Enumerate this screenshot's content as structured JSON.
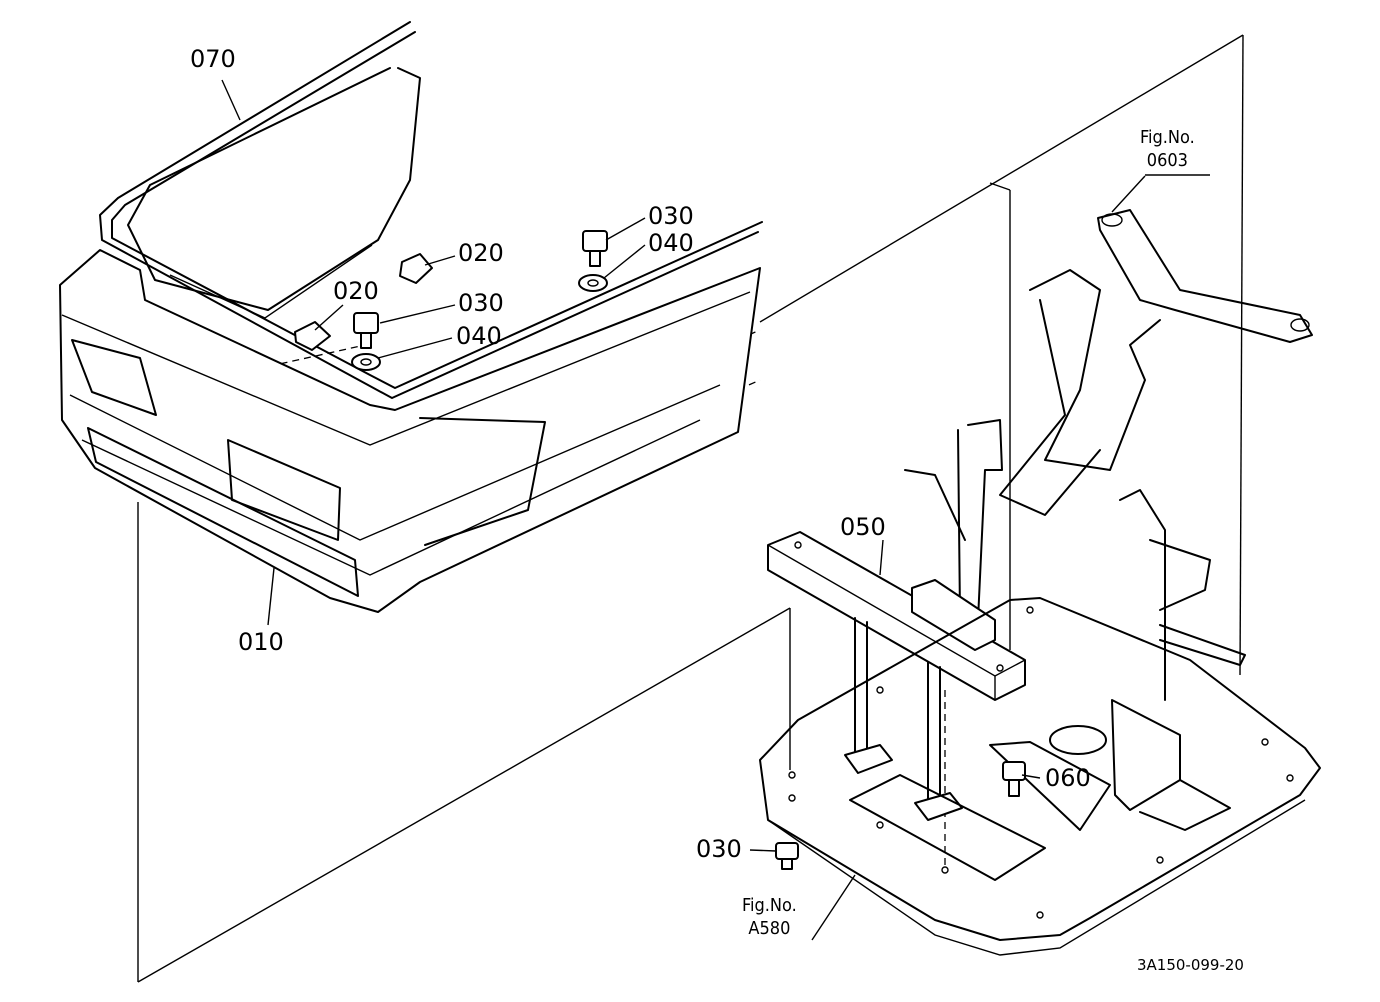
{
  "callouts": [
    {
      "id": "070",
      "label": "070"
    },
    {
      "id": "020a",
      "label": "020"
    },
    {
      "id": "020b",
      "label": "020"
    },
    {
      "id": "030a",
      "label": "030"
    },
    {
      "id": "040a",
      "label": "040"
    },
    {
      "id": "030b",
      "label": "030"
    },
    {
      "id": "040b",
      "label": "040"
    },
    {
      "id": "050",
      "label": "050"
    },
    {
      "id": "060",
      "label": "060"
    },
    {
      "id": "030c",
      "label": "030"
    },
    {
      "id": "010",
      "label": "010"
    }
  ],
  "references": {
    "top": {
      "prefix": "Fig.No.",
      "number": "0603"
    },
    "bottom": {
      "prefix": "Fig.No.",
      "number": "A580"
    }
  },
  "drawing_code": "3A150-099-20"
}
